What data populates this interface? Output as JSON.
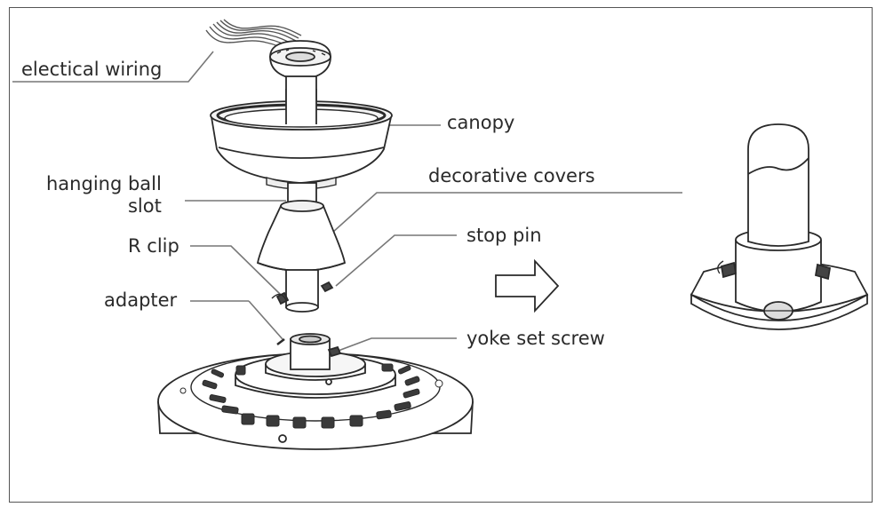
{
  "labels": {
    "wiring": "electical wiring",
    "canopy": "canopy",
    "hanging_ball_line1": "hanging ball",
    "hanging_ball_line2": "slot",
    "decorative_covers": "decorative covers",
    "r_clip": "R clip",
    "stop_pin": "stop pin",
    "adapter": "adapter",
    "yoke_set_screw": "yoke set screw"
  },
  "colors": {
    "ink": "#2a2a2a",
    "leader": "#777777",
    "frame": "#555555",
    "fill_light": "#f6f6f6",
    "fill_mid": "#e6e6e6",
    "fill_dark": "#3a3a3a"
  }
}
